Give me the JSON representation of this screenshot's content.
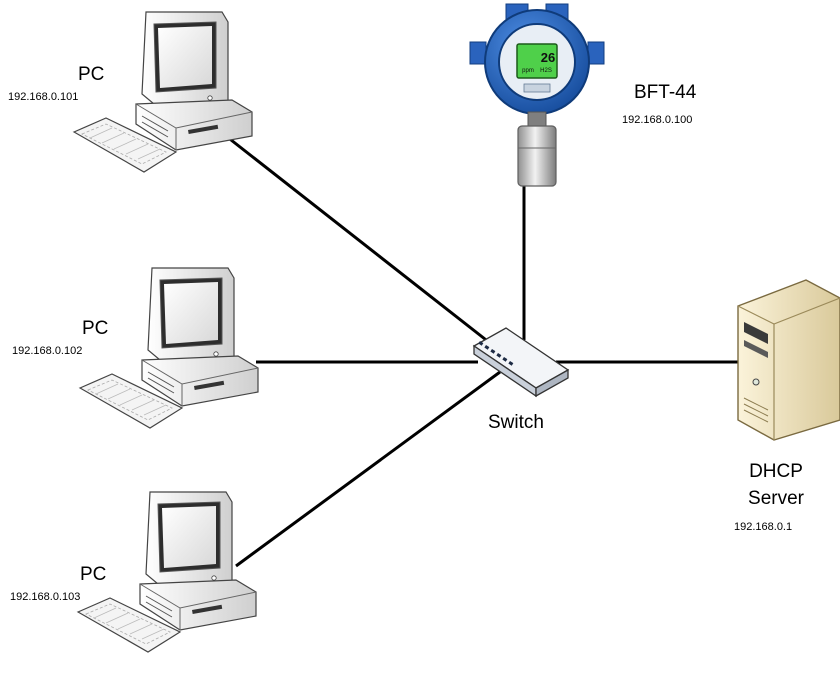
{
  "nodes": {
    "pc1": {
      "name": "PC",
      "ip": "192.168.0.101"
    },
    "pc2": {
      "name": "PC",
      "ip": "192.168.0.102"
    },
    "pc3": {
      "name": "PC",
      "ip": "192.168.0.103"
    },
    "detector": {
      "name": "BFT-44",
      "ip": "192.168.0.100",
      "display_value": "26",
      "display_unit": "ppm",
      "display_gas": "H2S"
    },
    "switch": {
      "name": "Switch"
    },
    "server": {
      "name_line1": "DHCP",
      "name_line2": "Server",
      "ip": "192.168.0.1"
    }
  },
  "colors": {
    "link": "#000000",
    "detector_housing": "#1d5fb8",
    "detector_screen": "#4fd04a",
    "server_case": "#efe2bd",
    "pc_case": "#f2f2f2",
    "switch_body": "#eef1f6"
  }
}
